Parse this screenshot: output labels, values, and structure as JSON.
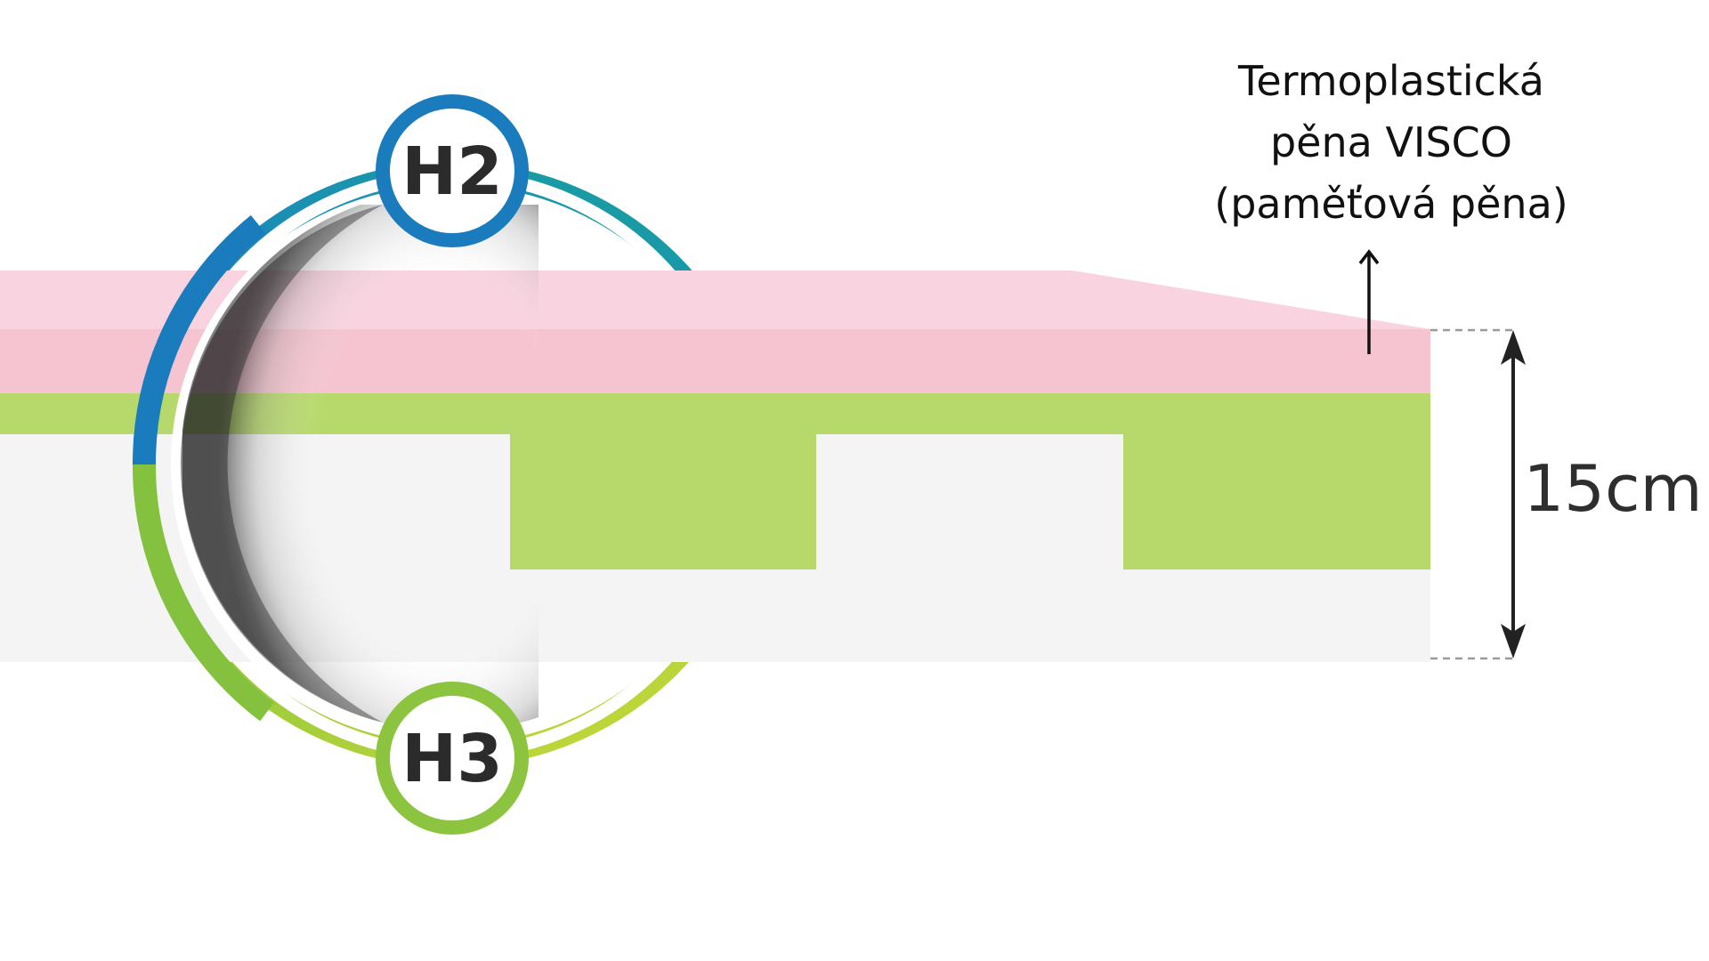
{
  "annotation": {
    "lines": [
      "Termoplastická",
      "pěna VISCO",
      "(paměťová pěna)"
    ]
  },
  "height_label": "15cm",
  "firmness": {
    "top": "H2",
    "bottom": "H3"
  },
  "colors": {
    "visco_top": "#f9d3df",
    "visco_face": "#f5c4d0",
    "core_green": "#b7d96c",
    "base_white": "#f4f4f5",
    "ring_blue": "#1a7bbd",
    "ring_teal": "#199d9b",
    "ring_green": "#8cc43f",
    "ring_yellow": "#c8d93a",
    "text_dark": "#2b2b2b"
  }
}
